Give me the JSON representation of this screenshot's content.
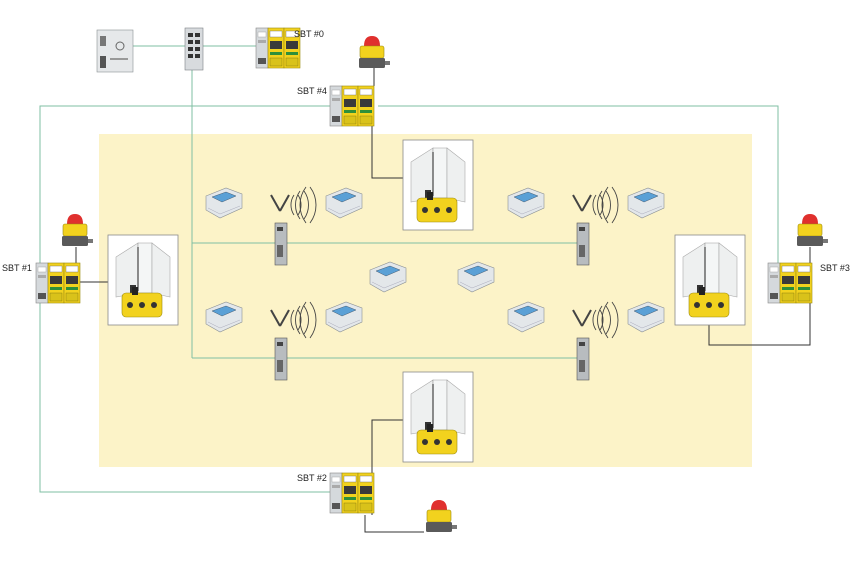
{
  "controllers": [
    {
      "id": "sbt0",
      "label": "SBT #0"
    },
    {
      "id": "sbt1",
      "label": "SBT #1"
    },
    {
      "id": "sbt2",
      "label": "SBT #2"
    },
    {
      "id": "sbt3",
      "label": "SBT #3"
    },
    {
      "id": "sbt4",
      "label": "SBT #4"
    }
  ],
  "colors": {
    "zone": "#fcf3c8",
    "network_link": "#7fbfa3",
    "wire": "#333333",
    "device_yellow": "#f2d21e",
    "device_gray": "#dfe3e6",
    "signal_lamp": "#e0302e"
  },
  "icons": [
    "plc-icon",
    "network-switch-icon",
    "safety-controller-icon",
    "signal-lamp-icon",
    "door-switch-icon",
    "wireless-access-point-icon",
    "handheld-terminal-icon"
  ]
}
